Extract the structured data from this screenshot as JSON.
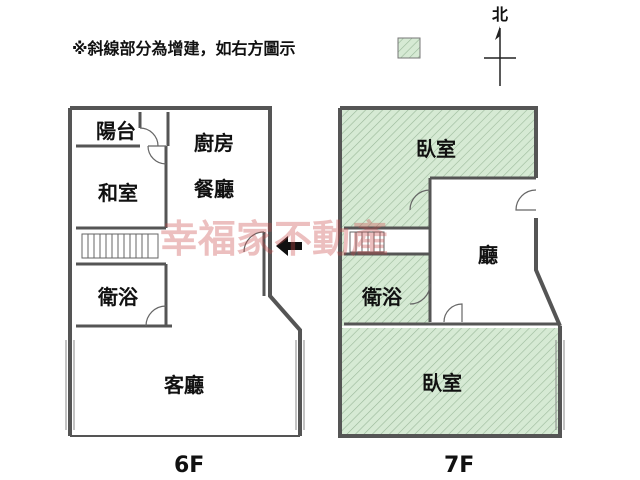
{
  "legend": {
    "note": "※斜線部分為增建，如右方圖示"
  },
  "compass": {
    "label": "北"
  },
  "watermark": "幸福家不動產",
  "floor6": {
    "label": "6F",
    "rooms": {
      "balcony": "陽台",
      "kitchen": "廚房",
      "japanese_room": "和室",
      "dining": "餐廳",
      "bathroom": "衛浴",
      "living": "客廳"
    }
  },
  "floor7": {
    "label": "7F",
    "rooms": {
      "bedroom_north": "臥室",
      "hall": "廳",
      "bathroom": "衛浴",
      "bedroom_south": "臥室"
    }
  },
  "colors": {
    "extension_fill": "#d6ead4",
    "hatch": "#9ab89a",
    "wall": "#555555"
  }
}
